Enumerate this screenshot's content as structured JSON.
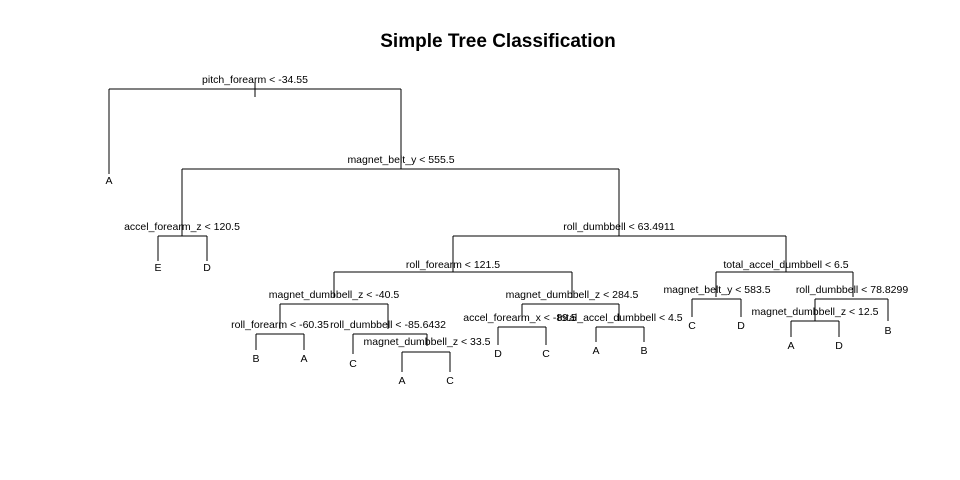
{
  "title": "Simple Tree Classification",
  "splits": {
    "root": "pitch_forearm < -34.55",
    "n2": "magnet_belt_y < 555.5",
    "n3": "accel_forearm_z < 120.5",
    "n4": "roll_dumbbell < 63.4911",
    "n5": "roll_forearm < 121.5",
    "n6": "total_accel_dumbbell < 6.5",
    "n7": "magnet_dumbbell_z < -40.5",
    "n8": "magnet_dumbbell_z < 284.5",
    "n9": "roll_forearm < -60.35",
    "n10": "roll_dumbbell < -85.6432",
    "n11": "magnet_dumbbell_z < 33.5",
    "n12": "accel_forearm_x < -89.5",
    "n13": "total_accel_dumbbell < 4.5",
    "n14": "magnet_belt_y < 583.5",
    "n15": "roll_dumbbell < 78.8299",
    "n16": "magnet_dumbbell_z < 12.5"
  },
  "leaves": {
    "l_root": "A",
    "l_n3a": "E",
    "l_n3b": "D",
    "l_n9a": "B",
    "l_n9b": "A",
    "l_n10": "C",
    "l_n11a": "A",
    "l_n11b": "C",
    "l_n12a": "D",
    "l_n12b": "C",
    "l_n13a": "A",
    "l_n13b": "B",
    "l_n14a": "C",
    "l_n14b": "D",
    "l_n16a": "A",
    "l_n16b": "D",
    "l_n15": "B"
  }
}
